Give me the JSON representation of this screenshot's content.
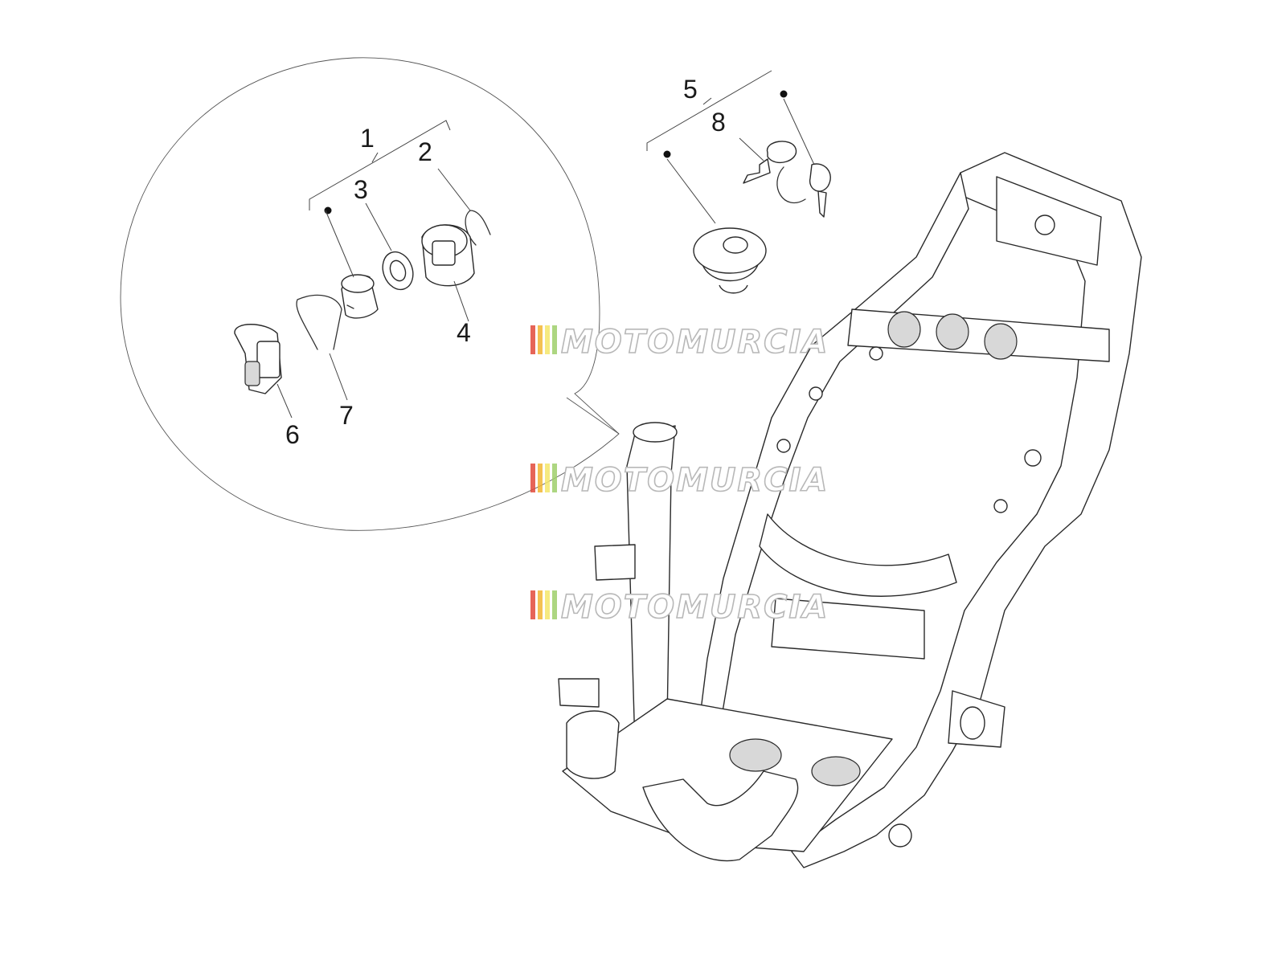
{
  "callouts": [
    "1",
    "2",
    "3",
    "4",
    "5",
    "6",
    "7",
    "8"
  ],
  "watermark": {
    "text": "MOTOMURCIA",
    "stripe_colors": [
      "#e24a3b",
      "#f2b632",
      "#f5e66a",
      "#9fcf6b"
    ]
  }
}
